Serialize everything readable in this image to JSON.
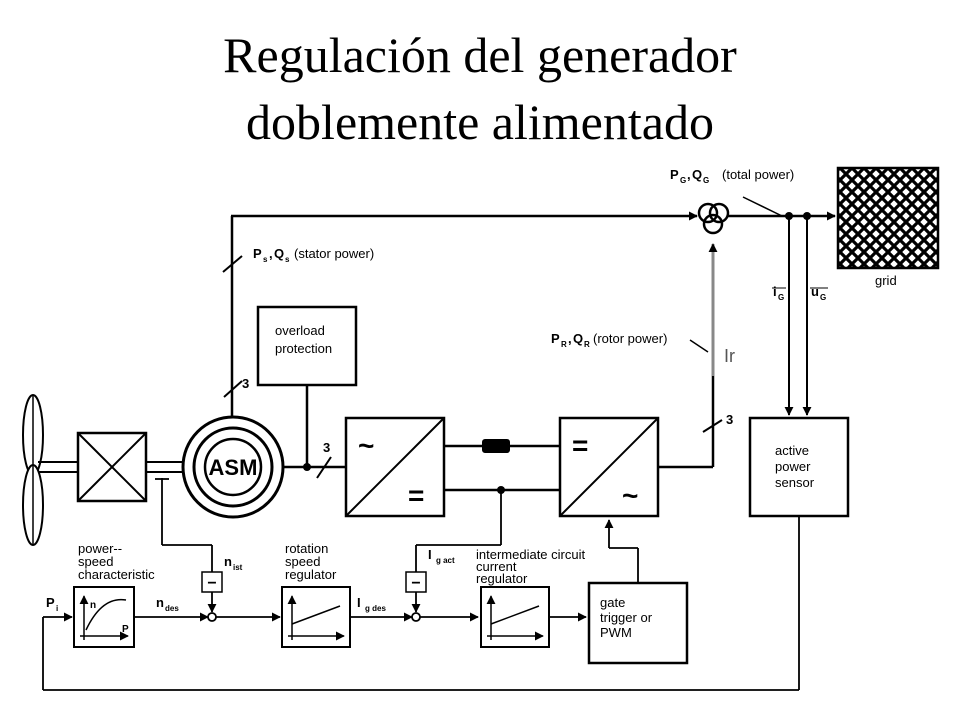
{
  "title": {
    "line1": "Regulación del generador",
    "line2": "doblemente alimentado"
  },
  "labels": {
    "total_power": "(total power)",
    "stator_power": "(stator power)",
    "rotor_power": "(rotor power)",
    "grid": "grid",
    "ir": "Ir",
    "overload_line1": "overload",
    "overload_line2": "protection",
    "asm": "ASM",
    "active_sensor_line1": "active",
    "active_sensor_line2": "power",
    "active_sensor_line3": "sensor",
    "power_speed_line1": "power--",
    "power_speed_line2": "speed",
    "power_speed_line3": "characteristic",
    "rotation_line1": "rotation",
    "rotation_line2": "speed",
    "rotation_line3": "regulator",
    "intermediate_line1": "intermediate circuit",
    "intermediate_line2": "current",
    "intermediate_line3": "regulator",
    "gate_line1": "gate",
    "gate_line2": "trigger or",
    "gate_line3": "PWM",
    "phases": "3",
    "conv_ac": "~",
    "conv_dc": "=",
    "minus": "−",
    "graph_n": "n",
    "graph_p": "P"
  },
  "symbols": {
    "PG": "P",
    "PG_sub": "G",
    "QG": "Q",
    "QG_sub": "G",
    "PS": "P",
    "PS_sub": "s",
    "QS": "Q",
    "QS_sub": "s",
    "PR": "P",
    "PR_sub": "R",
    "QR": "Q",
    "QR_sub": "R",
    "iG": "i",
    "iG_sub": "G",
    "uG": "u",
    "uG_sub": "G",
    "Pi": "P",
    "Pi_sub": "i",
    "ndes": "n",
    "ndes_sub": "des",
    "nist": "n",
    "nist_sub": "ist",
    "igdes": "I",
    "igdes_sub": "g des",
    "igact": "I",
    "igact_sub": "g act",
    "comma": ","
  }
}
